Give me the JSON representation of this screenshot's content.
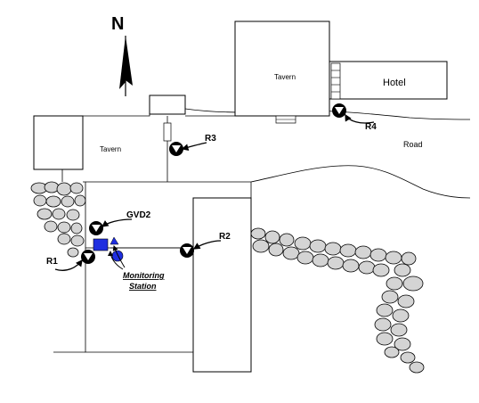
{
  "compass": {
    "label": "N"
  },
  "buildings": {
    "tavern_upper": "Tavern",
    "tavern_left": "Tavern",
    "hotel": "Hotel"
  },
  "road_label": "Road",
  "samplers": {
    "r1": "R1",
    "r2": "R2",
    "r3": "R3",
    "r4": "R4",
    "gvd2": "GVD2"
  },
  "monitoring_station": {
    "line1": "Monitoring",
    "line2": "Station"
  },
  "colors": {
    "station_marker": "#1f2fe0",
    "rock_fill": "#d4d4d4",
    "line": "#000000"
  }
}
